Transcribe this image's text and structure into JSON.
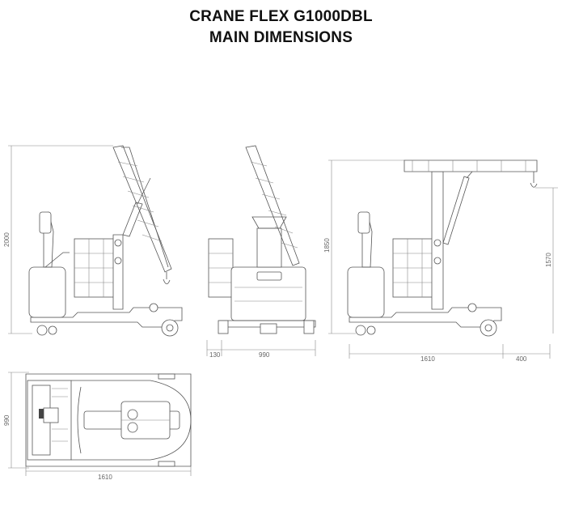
{
  "title": {
    "line1": "CRANE FLEX G1000DBL",
    "line2": "MAIN DIMENSIONS"
  },
  "dimensions": {
    "side_height": "2000",
    "front_height": "1850",
    "front_offset": "130",
    "front_width": "990",
    "extended_length": "1610",
    "extended_reach": "400",
    "extended_hook_height": "1570",
    "top_width": "990",
    "top_length": "1610"
  },
  "colors": {
    "line": "#555555",
    "text": "#666666"
  }
}
